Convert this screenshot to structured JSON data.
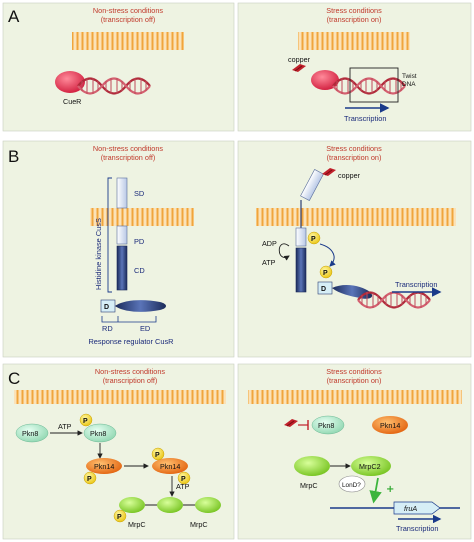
{
  "panels": {
    "A": {
      "letter": "A",
      "left": {
        "title_line1": "Non-stress conditions",
        "title_line2": "(transcription off)",
        "protein": "CueR"
      },
      "right": {
        "title_line1": "Stress conditions",
        "title_line2": "(transcription on)",
        "metal": "copper",
        "twist_line1": "Twist",
        "twist_line2": "DNA",
        "transcription": "Transcription"
      }
    },
    "B": {
      "letter": "B",
      "left": {
        "title_line1": "Non-stress conditions",
        "title_line2": "(transcription off)",
        "kinase_label": "Histidine kinase CusS",
        "domain_sd": "SD",
        "domain_pd": "PD",
        "domain_cd": "CD",
        "d_box": "D",
        "rd": "RD",
        "ed": "ED",
        "regulator_label": "Response regulator CusR"
      },
      "right": {
        "title_line1": "Stress conditions",
        "title_line2": "(transcription on)",
        "metal": "copper",
        "adp": "ADP",
        "atp": "ATP",
        "p1": "P",
        "p2": "P",
        "d_box": "D",
        "transcription": "Transcription"
      }
    },
    "C": {
      "letter": "C",
      "left": {
        "title_line1": "Non-stress conditions",
        "title_line2": "(transcription off)",
        "pkn8_left": "Pkn8",
        "pkn8_right": "Pkn8",
        "atp1": "ATP",
        "atp2": "ATP",
        "pkn14_left": "Pkn14",
        "pkn14_right": "Pkn14",
        "mrpc_left": "MrpC",
        "mrpc_right": "MrpC",
        "p": "P"
      },
      "right": {
        "title_line1": "Stress conditions",
        "title_line2": "(transcription on)",
        "pkn8": "Pkn8",
        "pkn14": "Pkn14",
        "mrpc": "MrpC",
        "mrpc2": "MrpC2",
        "lonD": "LonD?",
        "plus": "+",
        "gene": "fruA",
        "transcription": "Transcription"
      }
    }
  },
  "colors": {
    "membrane": "#f0a53c",
    "panel_bg": "#eef3e2",
    "cond_text": "#c0392b",
    "cuer": "#e0304a",
    "dna": "#b02a3a",
    "phospho": "#f3d21c",
    "kinase": "#2c3e73",
    "pkn8": "#b4e6cc",
    "pkn14": "#f07a1e",
    "mrpc": "#8fd43a",
    "arrow_blue": "#1a3a8a",
    "arrow_green": "#3cb43c"
  }
}
